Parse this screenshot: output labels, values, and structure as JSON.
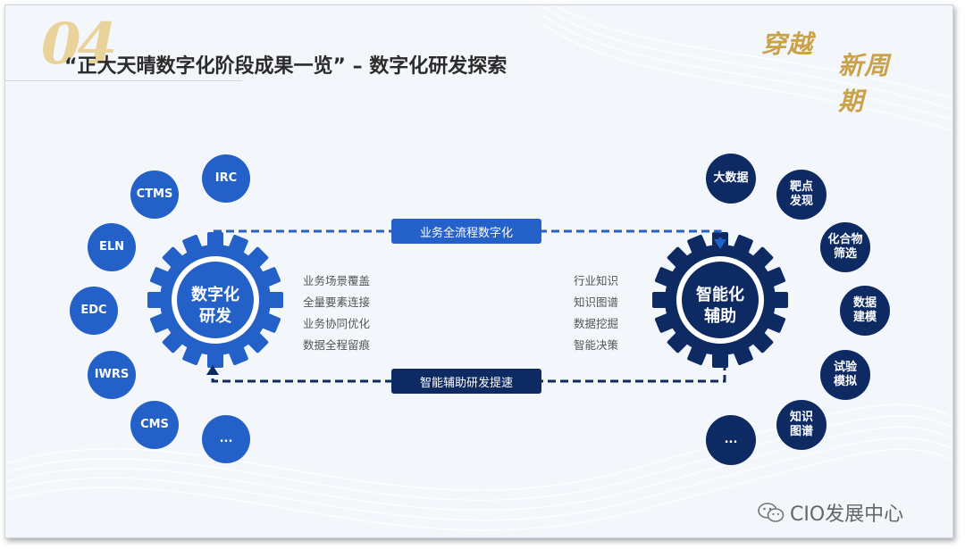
{
  "header": {
    "section_number": "04",
    "title": "“正大天晴数字化阶段成果一览” – 数字化研发探索"
  },
  "logo": {
    "line1": "穿越",
    "line2": "新周期"
  },
  "left_gear": {
    "label_line1": "数字化",
    "label_line2": "研发",
    "color": "#2360c8",
    "satellites": [
      "IRC",
      "CTMS",
      "ELN",
      "EDC",
      "IWRS",
      "CMS",
      "..."
    ]
  },
  "right_gear": {
    "label_line1": "智能化",
    "label_line2": "辅助",
    "color": "#0e2a63",
    "satellites": [
      {
        "l1": "大数据",
        "l2": ""
      },
      {
        "l1": "靶点",
        "l2": "发现"
      },
      {
        "l1": "化合物",
        "l2": "筛选"
      },
      {
        "l1": "数据",
        "l2": "建模"
      },
      {
        "l1": "试验",
        "l2": "模拟"
      },
      {
        "l1": "知识",
        "l2": "图谱"
      },
      {
        "l1": "...",
        "l2": ""
      }
    ]
  },
  "flow": {
    "top_label": "业务全流程数字化",
    "bottom_label": "智能辅助研发提速"
  },
  "left_features": [
    "业务场景覆盖",
    "全量要素连接",
    "业务协同优化",
    "数据全程留痕"
  ],
  "right_features": [
    "行业知识",
    "知识图谱",
    "数据挖掘",
    "智能决策"
  ],
  "watermark": {
    "text": "CIO发展中心",
    "icon": "wechat-icon"
  }
}
